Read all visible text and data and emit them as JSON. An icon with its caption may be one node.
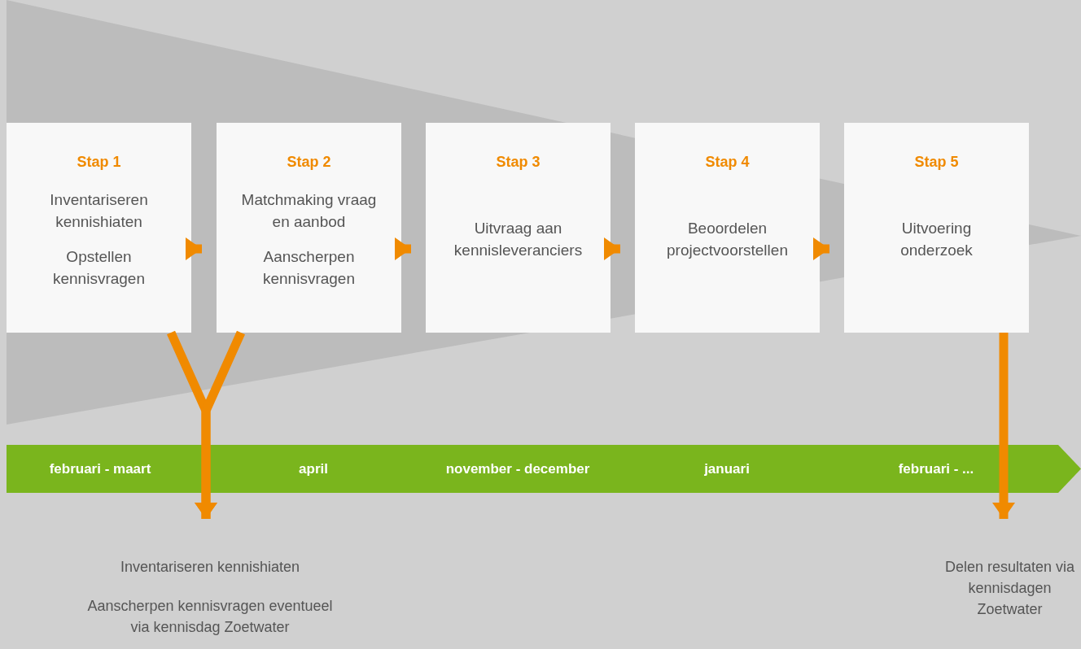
{
  "diagram": {
    "nodes": [
      {
        "text": [
          "Stap 1",
          "Inventariseren kennishiaten",
          "Opstellen kennisvragen"
        ]
      },
      {
        "text": [
          "Stap 2",
          "Matchmaking vraag en aanbod",
          "Aanscherpen kennisvragen"
        ]
      },
      {
        "text": [
          "Stap 3",
          "Uitvraag aan kennisleveranciers"
        ]
      },
      {
        "text": [
          "Stap 4",
          "Beoordelen projectvoorstellen"
        ]
      },
      {
        "text": [
          "Stap 5",
          "Uitvoering onderzoek"
        ]
      },
      {
        "text": [
          "Inventariseren kennishiaten",
          "Aanscherpen kennisvragen eventueel via kennisdag Zoetwater"
        ]
      },
      {
        "text": [
          "Delen resultaten via kennisdagen Zoetwater"
        ]
      }
    ],
    "edges": [
      {
        "from": 0,
        "to": 1,
        "arrow": "to"
      },
      {
        "from": 1,
        "to": 2,
        "arrow": "to"
      },
      {
        "from": 2,
        "to": 3,
        "arrow": "to"
      },
      {
        "from": 3,
        "to": 4,
        "arrow": "to"
      },
      {
        "from": 0,
        "to": 5,
        "arrow": "to"
      },
      {
        "from": 1,
        "to": 5,
        "arrow": "to"
      },
      {
        "from": 4,
        "to": 6,
        "arrow": "to"
      }
    ],
    "labels": [
      "februari - maart",
      "april",
      "november - december",
      "januari",
      "februari - ..."
    ]
  }
}
